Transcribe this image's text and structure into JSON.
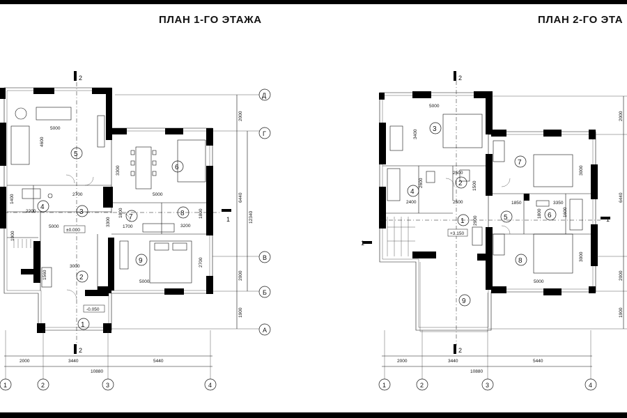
{
  "plan1": {
    "title": "ПЛАН 1-ГО ЭТАЖА",
    "rooms": [
      "1",
      "2",
      "3",
      "4",
      "5",
      "6",
      "7",
      "8",
      "9"
    ],
    "dims": [
      "5000",
      "4600",
      "3300",
      "2700",
      "5000",
      "1400",
      "2200",
      "5000",
      "3300",
      "1700",
      "1800",
      "3200",
      "1900",
      "1800",
      "2700",
      "3000",
      "1560",
      "5000"
    ],
    "levels": [
      "±0.000",
      "-0.050"
    ],
    "bottom_dims": [
      "2000",
      "3440",
      "5440",
      "10880"
    ],
    "right_dims": [
      "2000",
      "6440",
      "12340",
      "2000",
      "1900"
    ],
    "axes_letters": [
      "Д",
      "Г",
      "В",
      "Б",
      "А"
    ],
    "axes_numbers": [
      "1",
      "2",
      "3",
      "4"
    ],
    "section_mark": "2",
    "section_mark_side": "1"
  },
  "plan2": {
    "title": "ПЛАН 2-ГО ЭТА",
    "rooms": [
      "1",
      "2",
      "3",
      "4",
      "5",
      "6",
      "7",
      "8",
      "9"
    ],
    "dims": [
      "5000",
      "3400",
      "2500",
      "2600",
      "1500",
      "2400",
      "2500",
      "1850",
      "3350",
      "1800",
      "1600",
      "2900",
      "3000",
      "3000",
      "5000"
    ],
    "levels": [
      "+3.150"
    ],
    "bottom_dims": [
      "2000",
      "3440",
      "5440",
      "10880"
    ],
    "right_dims": [
      "2000",
      "6440",
      "2000",
      "1900"
    ],
    "axes_numbers": [
      "1",
      "2",
      "3",
      "4"
    ],
    "section_mark": "2",
    "section_mark_side": "1"
  }
}
